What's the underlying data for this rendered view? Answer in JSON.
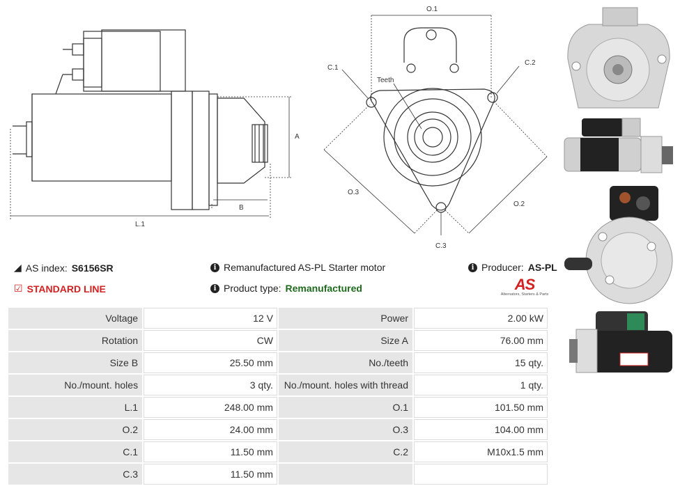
{
  "drawing": {
    "labels": {
      "A": "A",
      "B": "B",
      "L1": "L.1",
      "O1": "O.1",
      "O2": "O.2",
      "O3": "O.3",
      "C1": "C.1",
      "C2": "C.2",
      "C3": "C.3",
      "teeth": "Teeth"
    }
  },
  "info": {
    "as_index_label": "AS index:",
    "as_index_value": "S6156SR",
    "description": "Remanufactured AS-PL Starter motor",
    "producer_label": "Producer:",
    "producer_value": "AS-PL",
    "standard_line": "STANDARD LINE",
    "product_type_label": "Product type:",
    "product_type_value": "Remanufactured",
    "logo_text": "AS",
    "logo_tagline": "Alternators, Starters & Parts"
  },
  "specs": {
    "rows": [
      {
        "l1": "Voltage",
        "v1": "12 V",
        "l2": "Power",
        "v2": "2.00 kW"
      },
      {
        "l1": "Rotation",
        "v1": "CW",
        "l2": "Size A",
        "v2": "76.00 mm"
      },
      {
        "l1": "Size B",
        "v1": "25.50 mm",
        "l2": "No./teeth",
        "v2": "15 qty."
      },
      {
        "l1": "No./mount. holes",
        "v1": "3 qty.",
        "l2": "No./mount. holes with thread",
        "v2": "1 qty."
      },
      {
        "l1": "L.1",
        "v1": "248.00 mm",
        "l2": "O.1",
        "v2": "101.50 mm"
      },
      {
        "l1": "O.2",
        "v1": "24.00 mm",
        "l2": "O.3",
        "v2": "104.00 mm"
      },
      {
        "l1": "C.1",
        "v1": "11.50 mm",
        "l2": "C.2",
        "v2": "M10x1.5 mm"
      },
      {
        "l1": "C.3",
        "v1": "11.50 mm",
        "l2": "",
        "v2": ""
      }
    ]
  },
  "colors": {
    "accent_red": "#d42020",
    "green": "#1e6b1e",
    "label_bg": "#e6e6e6"
  }
}
